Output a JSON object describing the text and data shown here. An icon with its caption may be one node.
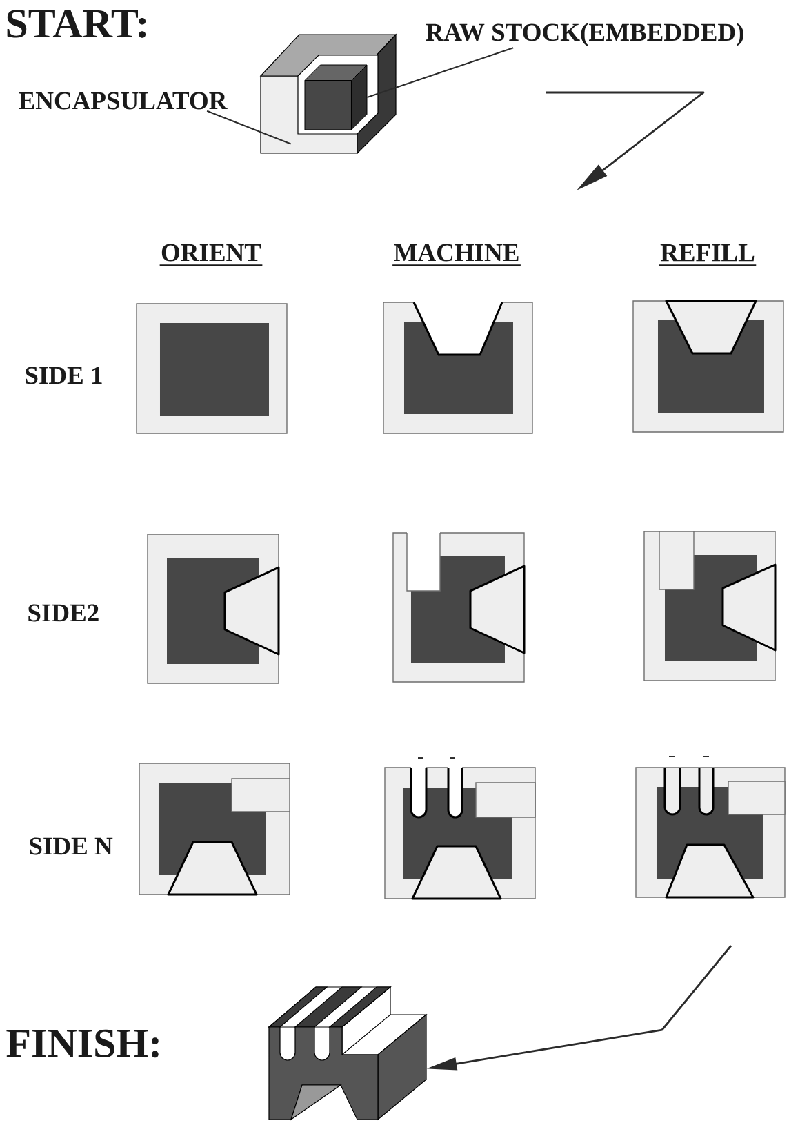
{
  "diagram": {
    "nodes": [
      {
        "text": [],
        "shape": "picture"
      },
      {
        "text": [],
        "shape": "cube",
        "in": 0
      },
      {
        "text": [
          "RAW STOCK(EMBEDDED)"
        ]
      },
      {
        "text": [
          "ENCAPSULATOR"
        ]
      },
      {
        "text": [],
        "shape": "picture"
      },
      {
        "text": [],
        "shape": "picture"
      },
      {
        "text": [],
        "shape": "picture"
      },
      {
        "text": [],
        "shape": "picture"
      },
      {
        "text": [],
        "shape": "picture"
      },
      {
        "text": [],
        "shape": "picture"
      },
      {
        "text": [],
        "shape": "picture"
      },
      {
        "text": [],
        "shape": "picture"
      },
      {
        "text": [],
        "shape": "picture"
      },
      {
        "text": [],
        "shape": "picture",
        "beside": [
          "FINISH:"
        ]
      }
    ],
    "edges": [
      {
        "from": 2,
        "to": 1,
        "arrow": "none"
      },
      {
        "from": 3,
        "to": 0,
        "arrow": "none"
      },
      {
        "from": null,
        "to": 13,
        "arrow": "to"
      }
    ],
    "labels": [
      "START:",
      "ORIENT",
      "MACHINE",
      "REFILL",
      "SIDE 1",
      "SIDE2",
      "SIDE N"
    ]
  }
}
